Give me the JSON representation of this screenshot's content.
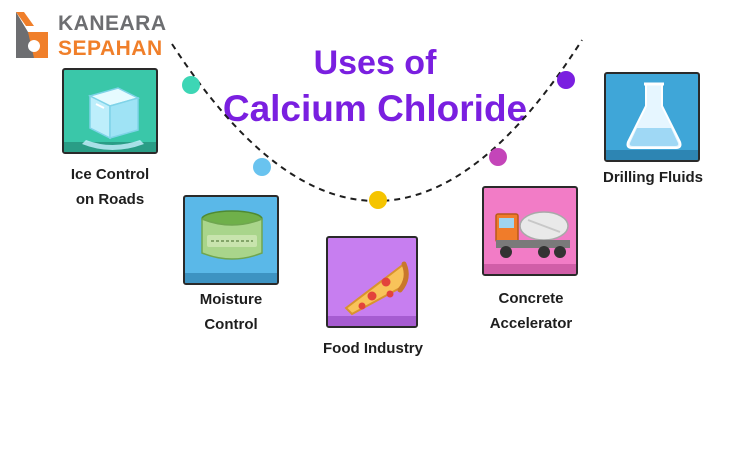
{
  "logo": {
    "line1": "KANEARA",
    "line2": "SEPAHAN",
    "mark_color": "#6d6e71",
    "accent_color": "#f07f2a"
  },
  "title": {
    "line1": "Uses of",
    "line2": "Calcium Chloride",
    "color": "#7a1fe0"
  },
  "uses": [
    {
      "label_line1": "Ice Control",
      "label_line2": "on Roads",
      "card_color": "#3ac7a9",
      "icon": "ice-cube-icon",
      "dot_color": "#3dd6b5"
    },
    {
      "label_line1": "Moisture",
      "label_line2": "Control",
      "card_color": "#5ab8e8",
      "icon": "moisture-absorber-icon",
      "dot_color": "#69c3ef"
    },
    {
      "label_line1": "Food Industry",
      "label_line2": "",
      "card_color": "#c77ef0",
      "icon": "pizza-slice-icon",
      "dot_color": "#f5c400"
    },
    {
      "label_line1": "Concrete",
      "label_line2": "Accelerator",
      "card_color": "#f27cc6",
      "icon": "cement-mixer-truck-icon",
      "dot_color": "#c445b9"
    },
    {
      "label_line1": "Drilling Fluids",
      "label_line2": "",
      "card_color": "#3fa6d8",
      "icon": "lab-flask-icon",
      "dot_color": "#7a1fe0"
    }
  ]
}
